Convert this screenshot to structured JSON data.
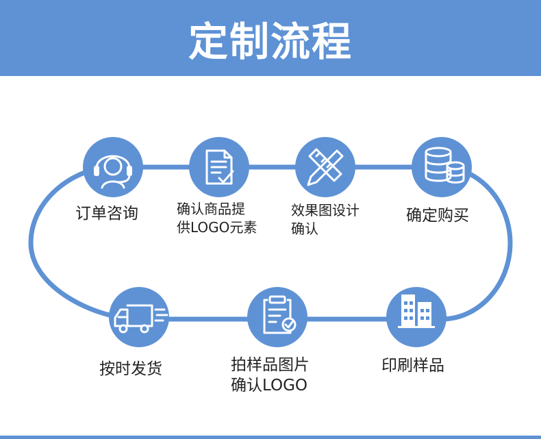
{
  "header": {
    "title": "定制流程"
  },
  "colors": {
    "accent": "#5e92d5",
    "icon": "#ffffff",
    "text": "#222222"
  },
  "steps": [
    {
      "label": "订单咨询",
      "icon": "headset-icon"
    },
    {
      "label": "确认商品提\n供LOGO元素",
      "icon": "document-check-icon"
    },
    {
      "label": "效果图设计\n确认",
      "icon": "pencil-ruler-icon"
    },
    {
      "label": "确定购买",
      "icon": "coins-icon"
    },
    {
      "label": "印刷样品",
      "icon": "buildings-icon"
    },
    {
      "label": "拍样品图片\n确认LOGO",
      "icon": "clipboard-check-icon"
    },
    {
      "label": "按时发货",
      "icon": "delivery-truck-icon"
    }
  ]
}
